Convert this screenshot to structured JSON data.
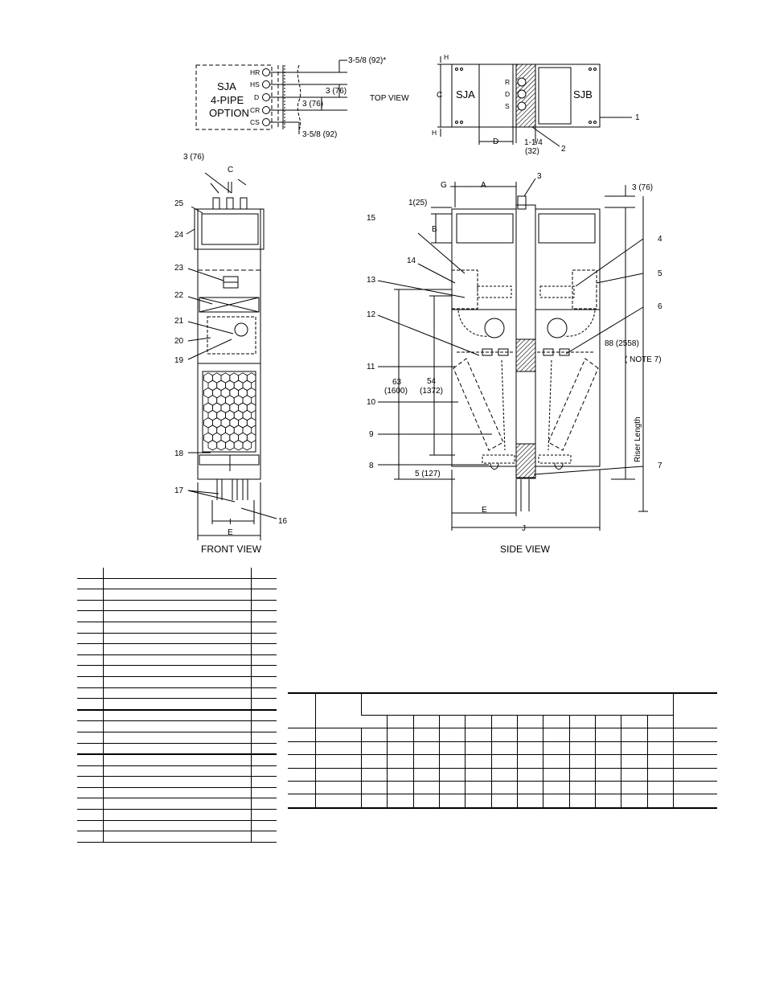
{
  "top_view": {
    "label": "TOP VIEW",
    "option_box": [
      "SJA",
      "4-PIPE",
      "OPTION"
    ],
    "pipe_labels": [
      "HR",
      "HS",
      "D",
      "CR",
      "CS"
    ],
    "dims": [
      "3-5/8 (92)*",
      "3 (76)",
      "3 (76)",
      "3-5/8 (92)"
    ],
    "unit_a": "SJA",
    "unit_b": "SJB",
    "riser_labels": [
      "R",
      "D",
      "S"
    ],
    "letter_h": "H",
    "letter_c": "C",
    "letter_d": "D",
    "dim_riser": [
      "1-1/4",
      "(32)"
    ]
  },
  "front_view": {
    "label": "FRONT VIEW",
    "dim_top": "3 (76)",
    "letter_c": "C",
    "letter_i": "I",
    "letter_e": "E",
    "callouts": [
      "25",
      "24",
      "23",
      "22",
      "21",
      "20",
      "19",
      "18",
      "17",
      "16"
    ]
  },
  "side_view": {
    "label": "SIDE VIEW",
    "letters": [
      "G",
      "A",
      "B",
      "E",
      "J"
    ],
    "dim_1": "1(25)",
    "dim_top": "3 (76)",
    "dim_88": [
      "88 (2558)",
      "( NOTE 7)"
    ],
    "riser_length": "Riser Length",
    "dim_63": [
      "63",
      "(1600)"
    ],
    "dim_54": [
      "54",
      "(1372)"
    ],
    "dim_5": "5 (127)",
    "callouts_left": [
      "15",
      "14",
      "13",
      "12",
      "11",
      "10",
      "9",
      "8"
    ],
    "callouts_right": [
      "3",
      "4",
      "5",
      "6",
      "7",
      "1",
      "2"
    ]
  },
  "legend_rows": 25,
  "dims_rows": 6
}
